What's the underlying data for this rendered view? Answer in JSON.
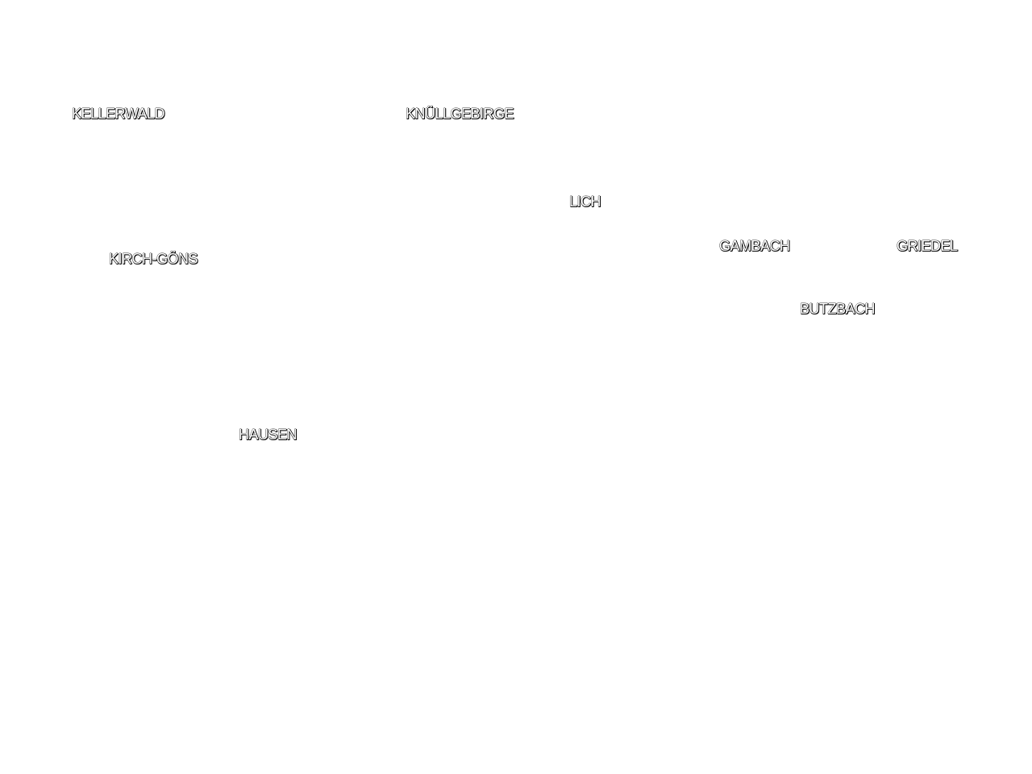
{
  "map": {
    "background_color": "#ffffff",
    "label_fill_color": "#ffffff",
    "label_shadow_color": "#000000",
    "labels": [
      {
        "id": "kellerwald",
        "text": "KELLERWALD"
      },
      {
        "id": "knullgebirge",
        "text": "KNÜLLGEBIRGE"
      },
      {
        "id": "lich",
        "text": "LICH"
      },
      {
        "id": "gambach",
        "text": "GAMBACH"
      },
      {
        "id": "griedel",
        "text": "GRIEDEL"
      },
      {
        "id": "kirch-gons",
        "text": "KIRCH-GÖNS"
      },
      {
        "id": "butzbach",
        "text": "BUTZBACH"
      },
      {
        "id": "hausen",
        "text": "HAUSEN"
      }
    ]
  }
}
